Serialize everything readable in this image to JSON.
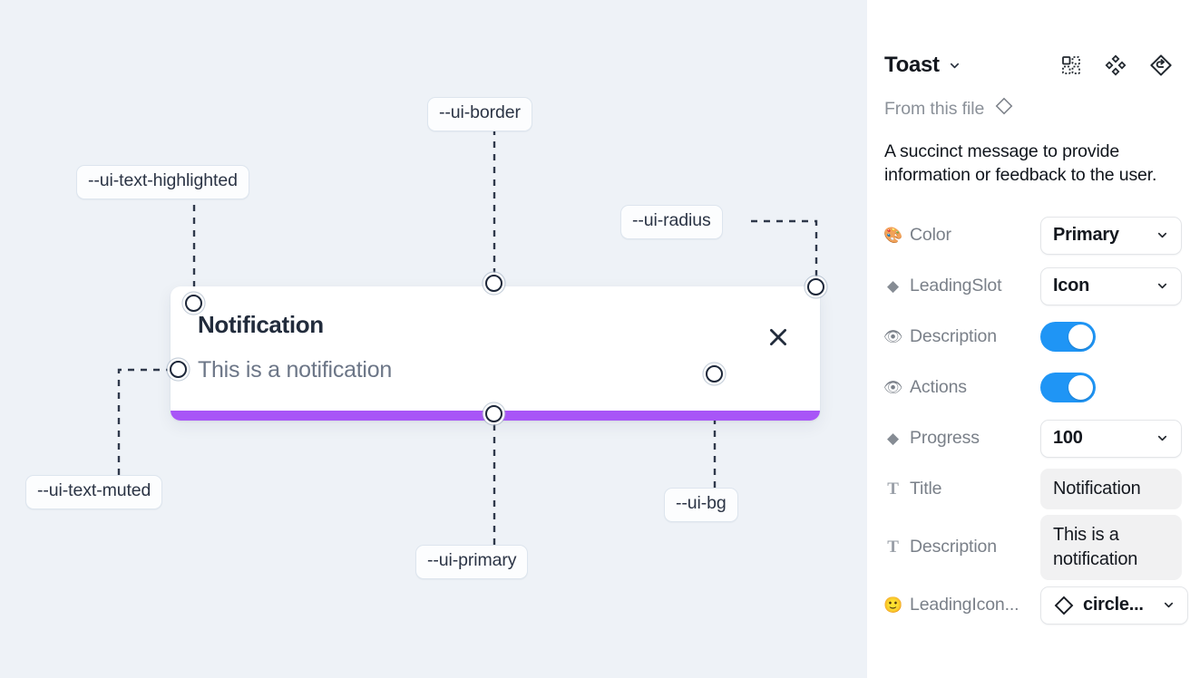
{
  "canvas": {
    "background_color": "#eef2f7",
    "tokens": [
      {
        "name": "ui-text-highlighted",
        "label": "--ui-text-highlighted"
      },
      {
        "name": "ui-border",
        "label": "--ui-border"
      },
      {
        "name": "ui-radius",
        "label": "--ui-radius"
      },
      {
        "name": "ui-text-muted",
        "label": "--ui-text-muted"
      },
      {
        "name": "ui-primary",
        "label": "--ui-primary"
      },
      {
        "name": "ui-bg",
        "label": "--ui-bg"
      }
    ],
    "toast": {
      "title": "Notification",
      "description": "This is a notification",
      "close_icon": "close-icon",
      "progress_color": "#a855f7",
      "background_color": "#ffffff"
    }
  },
  "panel": {
    "title": "Toast",
    "title_caret": "chevron-down-icon",
    "header_icons": [
      "component-icon",
      "variants-icon",
      "reset-icon"
    ],
    "from_file_label": "From this file",
    "from_file_icon": "diamond-icon",
    "description": "A succinct message to provide information or feedback to the user.",
    "properties": [
      {
        "icon": "palette-emoji",
        "glyph": "🎨",
        "label": "Color",
        "control": "select",
        "value": "Primary"
      },
      {
        "icon": "diamond-icon",
        "glyph": "◆",
        "label": "LeadingSlot",
        "control": "select",
        "value": "Icon"
      },
      {
        "icon": "eye-emoji",
        "glyph": "👁",
        "label": "Description",
        "control": "toggle",
        "value": "on"
      },
      {
        "icon": "eye-emoji",
        "glyph": "👁",
        "label": "Actions",
        "control": "toggle",
        "value": "on"
      },
      {
        "icon": "diamond-icon",
        "glyph": "◆",
        "label": "Progress",
        "control": "select",
        "value": "100"
      },
      {
        "icon": "text-icon",
        "glyph": "T",
        "label": "Title",
        "control": "textbox",
        "value": "Notification"
      },
      {
        "icon": "text-icon",
        "glyph": "T",
        "label": "Description",
        "control": "textbox",
        "value": "This is a notification"
      },
      {
        "icon": "smiley-emoji",
        "glyph": "🙂",
        "label": "LeadingIcon...",
        "control": "icon-select",
        "value": "circle..."
      }
    ],
    "accent_color": "#1f95f5"
  }
}
